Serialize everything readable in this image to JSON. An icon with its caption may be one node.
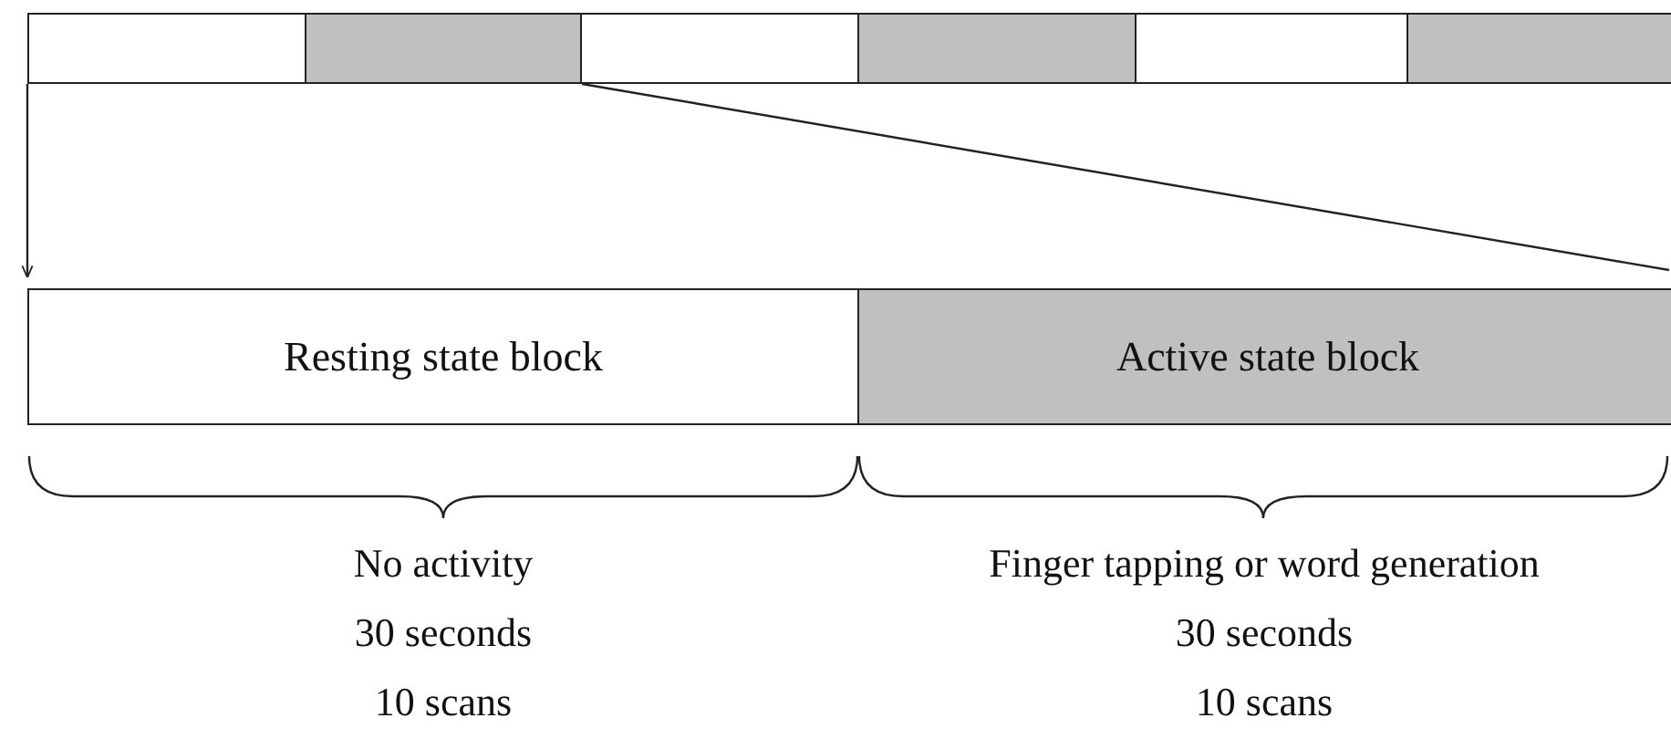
{
  "diagram": {
    "nodes": [
      {
        "text": [],
        "shape": "box"
      },
      {
        "text": [],
        "shape": "box"
      },
      {
        "text": [],
        "shape": "box"
      },
      {
        "text": [],
        "shape": "box"
      },
      {
        "text": [],
        "shape": "box"
      },
      {
        "text": [],
        "shape": "box"
      },
      {
        "text": [
          "Resting state block"
        ],
        "beside": [
          "No activity",
          "30 seconds",
          "10 scans"
        ]
      },
      {
        "text": [
          "Active state block"
        ],
        "beside": [
          "Finger tapping or word generation",
          "30 seconds",
          "10 scans"
        ]
      }
    ],
    "edges": [
      {
        "from": 0,
        "to": 6,
        "arrow": "to"
      },
      {
        "from": 1,
        "to": 7,
        "arrow": "none"
      }
    ]
  }
}
